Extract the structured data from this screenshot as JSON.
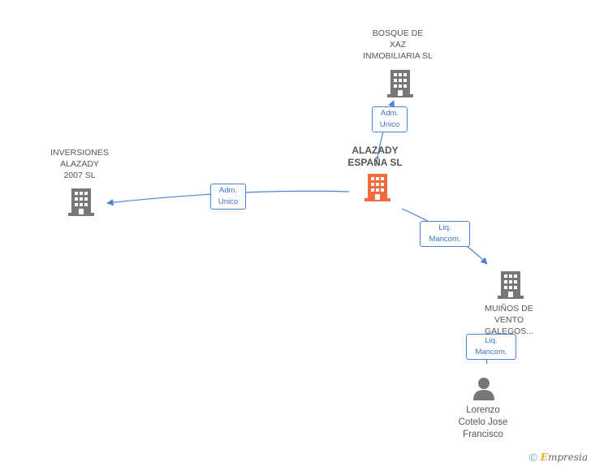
{
  "nodes": {
    "bosque": {
      "label": "BOSQUE DE\nXAZ\nINMOBILIARIA SL",
      "type": "company"
    },
    "alazady": {
      "label": "ALAZADY\nESPAÑA SL",
      "type": "company-center"
    },
    "inversiones": {
      "label": "INVERSIONES\nALAZADY\n2007 SL",
      "type": "company"
    },
    "muinos": {
      "label": "MUIÑOS DE\nVENTO\nGALEGOS...",
      "type": "company"
    },
    "lorenzo": {
      "label": "Lorenzo\nCotelo Jose\nFrancisco",
      "type": "person"
    }
  },
  "edges": {
    "to_bosque": "Adm.\nUnico",
    "to_inversiones": "Adm.\nUnico",
    "to_muinos": "Liq.\nMancom.",
    "to_lorenzo": "Liq.\nMancom."
  },
  "colors": {
    "company": "#777777",
    "center": "#f26a3d",
    "edge": "#4a86d0"
  },
  "footer": {
    "copyright": "©",
    "brand_first": "E",
    "brand_rest": "mpresia"
  }
}
